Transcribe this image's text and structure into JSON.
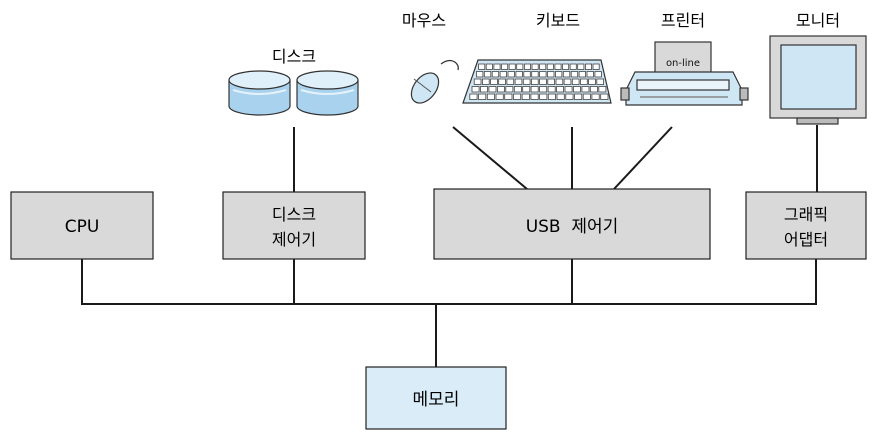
{
  "devices": {
    "disk": "디스크",
    "mouse": "마우스",
    "keyboard": "키보드",
    "printer": "프린터",
    "printer_screen": "on-line",
    "monitor": "모니터"
  },
  "controllers": {
    "cpu": "CPU",
    "disk_ctrl_line1": "디스크",
    "disk_ctrl_line2": "제어기",
    "usb_ctrl": "USB  제어기",
    "graphics_line1": "그래픽",
    "graphics_line2": "어댑터"
  },
  "memory": "메모리",
  "colors": {
    "box_fill": "#d9d9d9",
    "memory_fill": "#d9ecf7",
    "device_fill": "#cfe6f5",
    "line": "#1a1a1a"
  }
}
